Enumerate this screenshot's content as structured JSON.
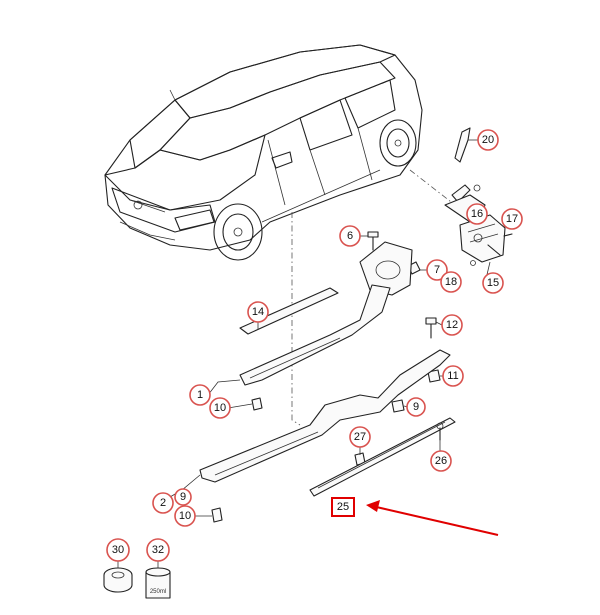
{
  "callouts": {
    "c1": "1",
    "c2": "2",
    "c6": "6",
    "c7": "7",
    "c9a": "9",
    "c9b": "9",
    "c10a": "10",
    "c10b": "10",
    "c11": "11",
    "c12": "12",
    "c14": "14",
    "c15": "15",
    "c16": "16",
    "c17": "17",
    "c18": "18",
    "c20": "20",
    "c25": "25",
    "c26": "26",
    "c27": "27",
    "c30": "30",
    "c32": "32"
  },
  "can_label": "250ml",
  "colors": {
    "callout_ring": "#d9534f",
    "highlight": "#e00000"
  }
}
